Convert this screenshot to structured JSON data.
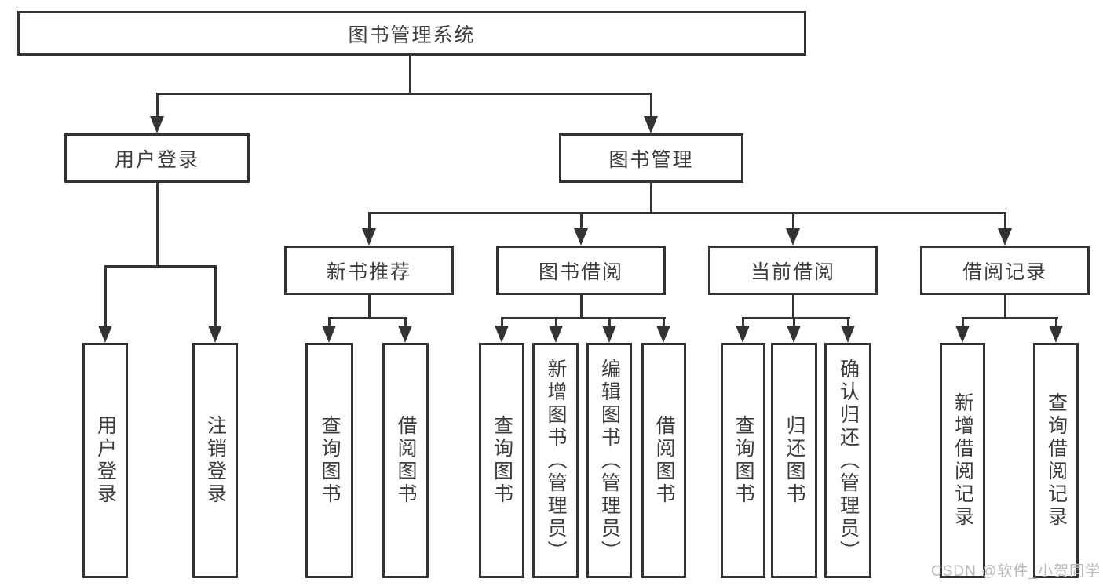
{
  "diagram": {
    "type": "hierarchy-tree",
    "root_label": "图书管理系统",
    "tree": {
      "图书管理系统": {
        "用户登录": [
          "用户登录",
          "注销登录"
        ],
        "图书管理": {
          "新书推荐": [
            "查询图书",
            "借阅图书"
          ],
          "图书借阅": [
            "查询图书",
            "新增图书（管理员）",
            "编辑图书（管理员）",
            "借阅图书"
          ],
          "当前借阅": [
            "查询图书",
            "归还图书",
            "确认归还（管理员）"
          ],
          "借阅记录": [
            "新增借阅记录",
            "查询借阅记录"
          ]
        }
      }
    }
  },
  "nodes": {
    "root": "图书管理系统",
    "user_login": "用户登录",
    "book_mgmt": "图书管理",
    "new_book_rec": "新书推荐",
    "book_borrow": "图书借阅",
    "current_borrow": "当前借阅",
    "borrow_record": "借阅记录",
    "leaf_user_login": "用户登录",
    "leaf_logout": "注销登录",
    "nb_query": "查询图书",
    "nb_borrow": "借阅图书",
    "bb_query": "查询图书",
    "bb_add": "新增图书（管理员）",
    "bb_edit": "编辑图书（管理员）",
    "bb_borrow": "借阅图书",
    "cb_query": "查询图书",
    "cb_return": "归还图书",
    "cb_confirm": "确认归还（管理员）",
    "br_add": "新增借阅记录",
    "br_query": "查询借阅记录"
  },
  "watermark": "CSDN @软件_小贺同学",
  "colors": {
    "line": "#333333",
    "text": "#3d3d3d",
    "background": "#ffffff",
    "watermark": "#b9b9b9"
  }
}
